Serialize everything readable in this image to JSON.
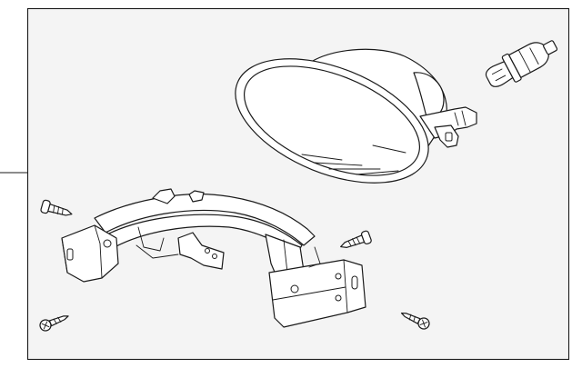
{
  "diagram": {
    "parts": [
      {
        "part": "fog-light-assembly"
      },
      {
        "part": "bulb"
      },
      {
        "part": "mounting-bracket"
      },
      {
        "part": "screw"
      }
    ],
    "screw_count": 4,
    "colors": {
      "background": "#ffffff",
      "line": "#1a1a1a",
      "panel_background": "#f4f4f4"
    }
  }
}
